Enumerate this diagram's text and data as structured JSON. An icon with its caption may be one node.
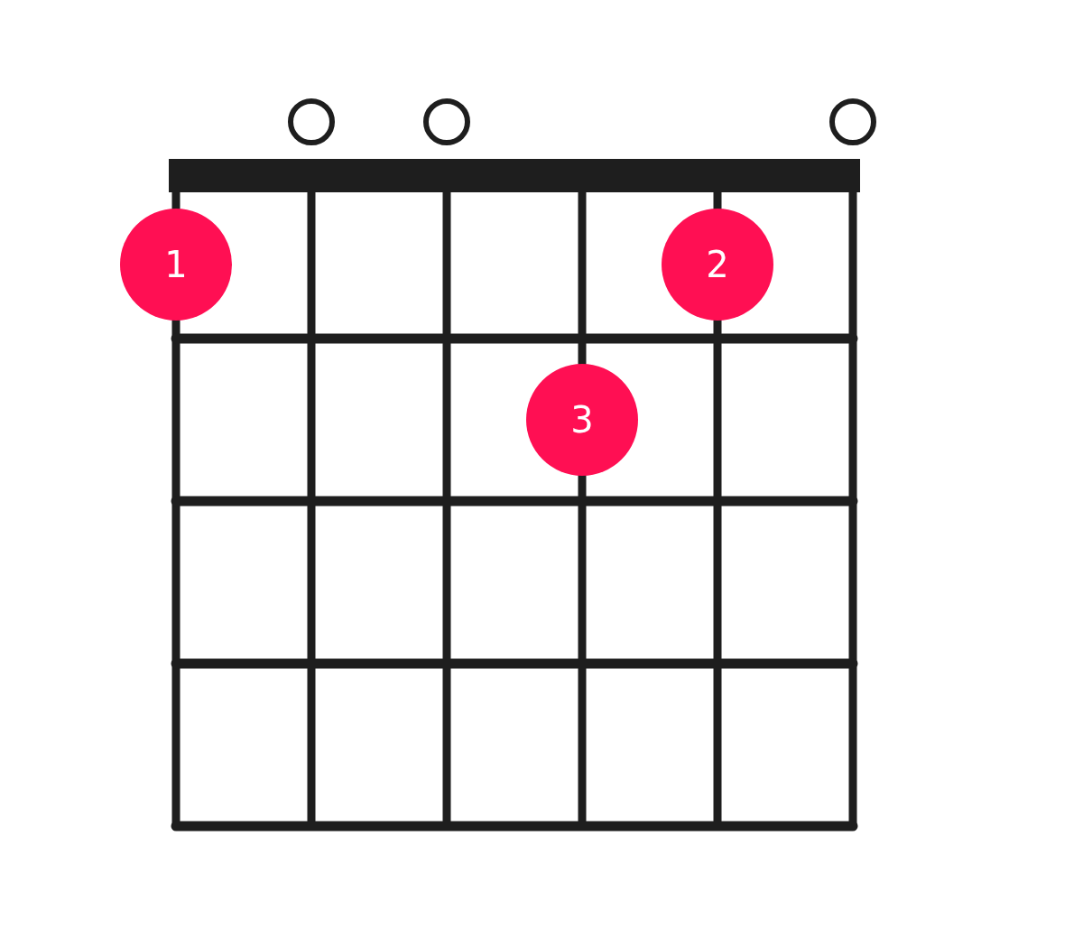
{
  "diagram": {
    "nodes": [
      {
        "text": [],
        "shape": "circle"
      },
      {
        "text": [],
        "shape": "circle"
      },
      {
        "text": [],
        "shape": "circle"
      },
      {
        "text": [
          "1"
        ]
      },
      {
        "text": [
          "2"
        ]
      },
      {
        "text": [
          "3"
        ]
      }
    ]
  }
}
